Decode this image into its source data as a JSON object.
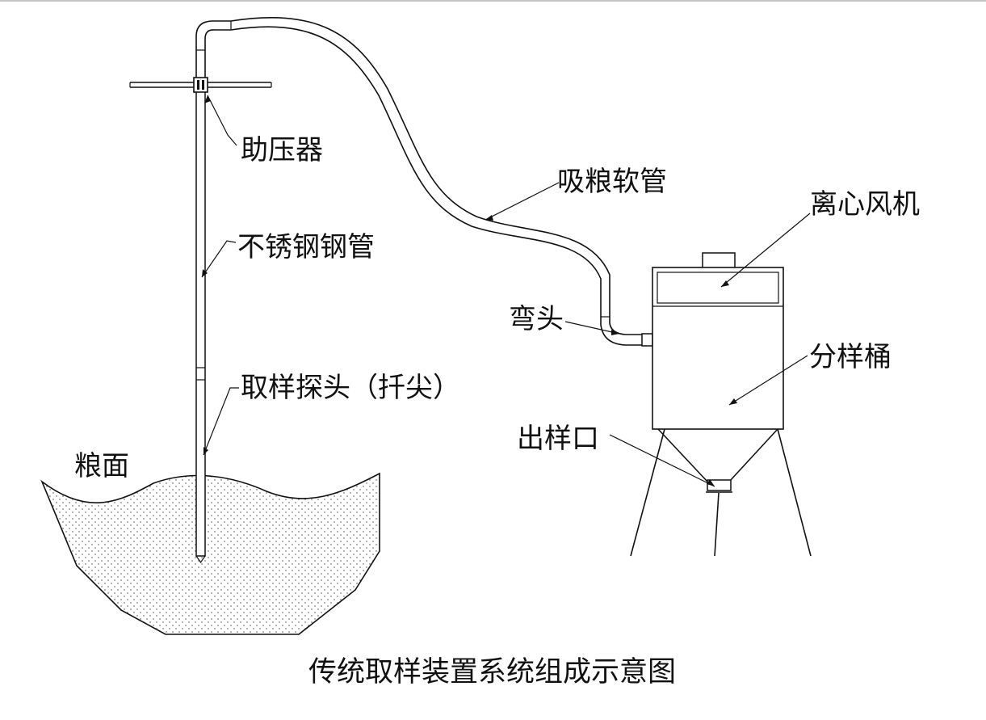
{
  "labels": {
    "booster": "助压器",
    "stainless_pipe": "不锈钢钢管",
    "probe": "取样探头（扦尖）",
    "grain_surface": "粮面",
    "suction_hose": "吸粮软管",
    "fan": "离心风机",
    "elbow": "弯头",
    "bucket": "分样桶",
    "outlet": "出样口"
  },
  "caption": "传统取样装置系统组成示意图",
  "colors": {
    "line": "#111111",
    "background": "#ffffff"
  }
}
